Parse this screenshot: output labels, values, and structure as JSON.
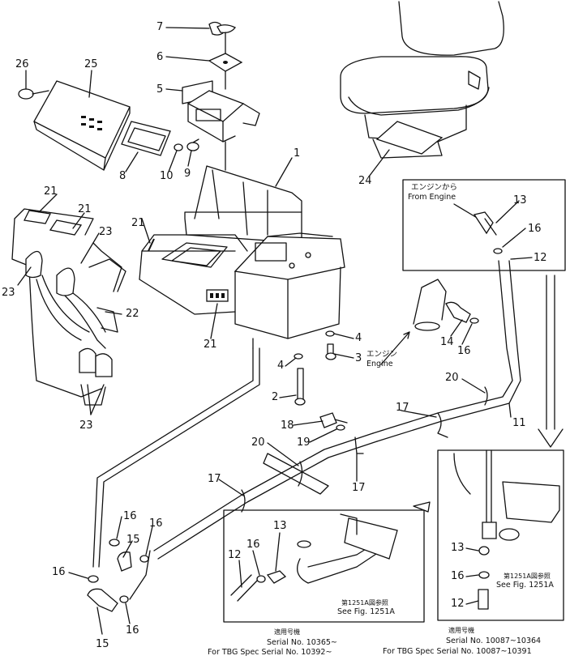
{
  "callouts": [
    {
      "id": "c7",
      "text": "7"
    },
    {
      "id": "c6",
      "text": "6"
    },
    {
      "id": "c5",
      "text": "5"
    },
    {
      "id": "c26",
      "text": "26"
    },
    {
      "id": "c25",
      "text": "25"
    },
    {
      "id": "c8",
      "text": "8"
    },
    {
      "id": "c10",
      "text": "10"
    },
    {
      "id": "c9",
      "text": "9"
    },
    {
      "id": "c1",
      "text": "1"
    },
    {
      "id": "c24",
      "text": "24"
    },
    {
      "id": "c21a",
      "text": "21"
    },
    {
      "id": "c21b",
      "text": "21"
    },
    {
      "id": "c23a",
      "text": "23"
    },
    {
      "id": "c23b",
      "text": "23"
    },
    {
      "id": "c21c",
      "text": "21"
    },
    {
      "id": "c22",
      "text": "22"
    },
    {
      "id": "c21d",
      "text": "21"
    },
    {
      "id": "c23c",
      "text": "23"
    },
    {
      "id": "c13a",
      "text": "13"
    },
    {
      "id": "c16a",
      "text": "16"
    },
    {
      "id": "c12a",
      "text": "12"
    },
    {
      "id": "c4a",
      "text": "4"
    },
    {
      "id": "c3",
      "text": "3"
    },
    {
      "id": "c4b",
      "text": "4"
    },
    {
      "id": "c14",
      "text": "14"
    },
    {
      "id": "c16b",
      "text": "16"
    },
    {
      "id": "c2",
      "text": "2"
    },
    {
      "id": "c20a",
      "text": "20"
    },
    {
      "id": "c11",
      "text": "11"
    },
    {
      "id": "c17a",
      "text": "17"
    },
    {
      "id": "c18",
      "text": "18"
    },
    {
      "id": "c19",
      "text": "19"
    },
    {
      "id": "c20b",
      "text": "20"
    },
    {
      "id": "c17b",
      "text": "17"
    },
    {
      "id": "c17c",
      "text": "17"
    },
    {
      "id": "c16c",
      "text": "16"
    },
    {
      "id": "c15a",
      "text": "15"
    },
    {
      "id": "c16d",
      "text": "16"
    },
    {
      "id": "c16e",
      "text": "16"
    },
    {
      "id": "c15b",
      "text": "15"
    },
    {
      "id": "c16f",
      "text": "16"
    },
    {
      "id": "c13b",
      "text": "13"
    },
    {
      "id": "c16g",
      "text": "16"
    },
    {
      "id": "c12b",
      "text": "12"
    },
    {
      "id": "c13c",
      "text": "13"
    },
    {
      "id": "c16h",
      "text": "16"
    },
    {
      "id": "c12c",
      "text": "12"
    }
  ],
  "annotations": {
    "from_engine_jp": "エンジンから",
    "from_engine": "From Engine",
    "engine_jp": "エンジン",
    "engine": "Engine",
    "see_fig_jp_1": "第1251A図参照",
    "see_fig_1": "See Fig. 1251A",
    "see_fig_jp_2": "第1251A図参照",
    "see_fig_2": "See Fig. 1251A"
  },
  "serials": {
    "left_jp": "適用号機",
    "left_1": "Serial No. 10365~",
    "left_2": "For TBG Spec Serial No. 10392~",
    "right_jp": "適用号機",
    "right_1": "Serial No. 10087~10364",
    "right_2": "For TBG Spec Serial No. 10087~10391"
  }
}
